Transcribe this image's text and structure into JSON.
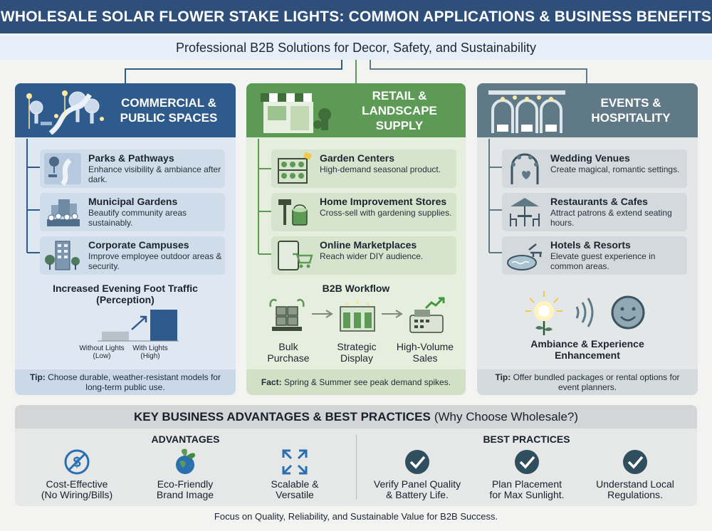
{
  "title": "WHOLESALE SOLAR FLOWER STAKE LIGHTS: COMMON APPLICATIONS & BUSINESS BENEFITS",
  "subtitle": "Professional B2B Solutions for Decor, Safety, and Sustainability",
  "panels": [
    {
      "title_line1": "COMMERCIAL &",
      "title_line2": "PUBLIC SPACES",
      "items": [
        {
          "title": "Parks & Pathways",
          "desc": "Enhance visibility & ambiance after dark.",
          "icon": "pathway-icon"
        },
        {
          "title": "Municipal Gardens",
          "desc": "Beautify community areas sustainably.",
          "icon": "garden-icon"
        },
        {
          "title": "Corporate Campuses",
          "desc": "Improve employee outdoor areas & security.",
          "icon": "office-building-icon"
        }
      ],
      "section_title_line1": "Increased Evening Foot Traffic",
      "section_title_line2": "(Perception)",
      "bars": [
        {
          "label_line1": "Without Lights",
          "label_line2": "(Low)",
          "value": 0.3
        },
        {
          "label_line1": "With Lights",
          "label_line2": "(High)",
          "value": 1.0
        }
      ],
      "tip_label": "Tip:",
      "tip_text": "Choose durable, weather-resistant models for long-term public use.",
      "color": "#2f5a8c"
    },
    {
      "title_line1": "RETAIL &",
      "title_line2": "LANDSCAPE SUPPLY",
      "items": [
        {
          "title": "Garden Centers",
          "desc": "High-demand seasonal product.",
          "icon": "plant-shelf-icon"
        },
        {
          "title": "Home Improvement Stores",
          "desc": "Cross-sell with gardening supplies.",
          "icon": "hammer-paint-icon"
        },
        {
          "title": "Online Marketplaces",
          "desc": "Reach wider DIY audience.",
          "icon": "tablet-cart-icon"
        }
      ],
      "section_title": "B2B Workflow",
      "workflow": [
        {
          "line1": "Bulk",
          "line2": "Purchase",
          "icon": "boxes-icon"
        },
        {
          "line1": "Strategic",
          "line2": "Display",
          "icon": "display-icon"
        },
        {
          "line1": "High-Volume",
          "line2": "Sales",
          "icon": "cash-register-icon"
        }
      ],
      "tip_label": "Fact:",
      "tip_text": "Spring & Summer see peak demand spikes.",
      "color": "#5c9a55"
    },
    {
      "title_line1": "EVENTS &",
      "title_line2": "HOSPITALITY",
      "items": [
        {
          "title": "Wedding Venues",
          "desc": "Create magical, romantic settings.",
          "icon": "wedding-arch-icon"
        },
        {
          "title": "Restaurants & Cafes",
          "desc": "Attract patrons & extend seating hours.",
          "icon": "cafe-table-icon"
        },
        {
          "title": "Hotels & Resorts",
          "desc": "Elevate guest experience in common areas.",
          "icon": "pool-lounger-icon"
        }
      ],
      "section_title_line1": "Ambiance & Experience",
      "section_title_line2": "Enhancement",
      "tip_label": "Tip:",
      "tip_text": "Offer bundled packages or rental options for event planners.",
      "color": "#5f7a86"
    }
  ],
  "bottom": {
    "title_bold": "KEY BUSINESS ADVANTAGES & BEST PRACTICES",
    "title_rest": "(Why Choose Wholesale?)",
    "advantages_title": "ADVANTAGES",
    "best_practices_title": "BEST PRACTICES",
    "advantages": [
      {
        "line1": "Cost-Effective",
        "line2": "(No Wiring/Bills)",
        "icon": "no-dollar-icon"
      },
      {
        "line1": "Eco-Friendly",
        "line2": "Brand Image",
        "icon": "eco-globe-icon"
      },
      {
        "line1": "Scalable &",
        "line2": "Versatile",
        "icon": "expand-arrows-icon"
      }
    ],
    "best_practices": [
      {
        "line1": "Verify Panel Quality",
        "line2": "& Battery Life.",
        "icon": "check-circle-icon"
      },
      {
        "line1": "Plan Placement",
        "line2": "for Max Sunlight.",
        "icon": "check-circle-icon"
      },
      {
        "line1": "Understand Local",
        "line2": "Regulations.",
        "icon": "check-circle-icon"
      }
    ]
  },
  "footer": "Focus on Quality, Reliability, and Sustainable Value for B2B Success.",
  "colors": {
    "navy": "#2d4f79",
    "green": "#5c9a55",
    "slate": "#5f7a86",
    "accent": "#2a6fb0"
  }
}
